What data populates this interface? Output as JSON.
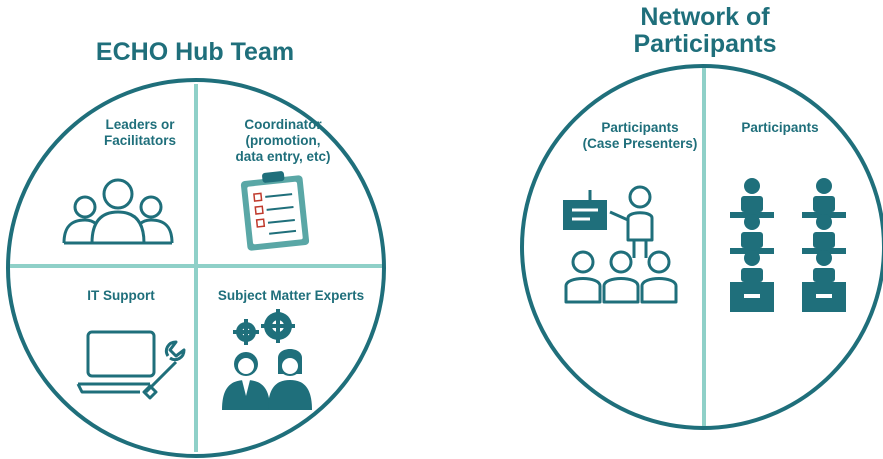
{
  "hub": {
    "title": "ECHO Hub Team",
    "roles": [
      {
        "label": "Leaders or Facilitators",
        "line1": "Leaders or",
        "line2": "Facilitators",
        "icon": "people-group-icon"
      },
      {
        "label": "Coordinator (promotion, data entry, etc)",
        "line1": "Coordinator",
        "line2": "(promotion,",
        "line3": "data entry, etc)",
        "icon": "clipboard-checklist-icon"
      },
      {
        "label": "IT Support",
        "icon": "laptop-wrench-icon"
      },
      {
        "label": "Subject Matter Experts",
        "icon": "experts-gears-icon"
      }
    ]
  },
  "network": {
    "title_line1": "Network of",
    "title_line2": "Participants",
    "groups": [
      {
        "line1": "Participants",
        "line2": "(Case Presenters)",
        "icon": "presenter-audience-icon"
      },
      {
        "line1": "Participants",
        "icon": "seated-participants-icon"
      }
    ]
  },
  "colors": {
    "accent": "#1f6f7b",
    "divider": "#8fd0c8",
    "clipboard_bg": "#5aa7a6"
  }
}
